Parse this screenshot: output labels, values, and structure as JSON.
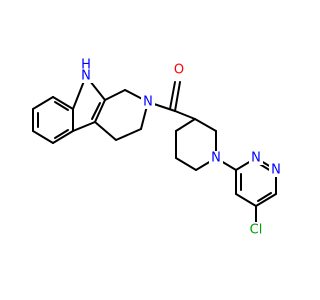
{
  "molecule": {
    "atoms": {
      "nh": {
        "text": "H",
        "element": "N-H",
        "color": "#0000ff"
      },
      "n_indole": {
        "text": "N",
        "color": "#0000ff"
      },
      "n_amide": {
        "text": "N",
        "color": "#0000ff"
      },
      "o_carbonyl": {
        "text": "O",
        "color": "#ff0000"
      },
      "n_piperidine": {
        "text": "N",
        "color": "#0000ff"
      },
      "n_pyridazine_1": {
        "text": "N",
        "color": "#0000ff"
      },
      "n_pyridazine_2": {
        "text": "N",
        "color": "#0000ff"
      },
      "cl": {
        "text": "Cl",
        "color": "#00a000"
      }
    }
  }
}
